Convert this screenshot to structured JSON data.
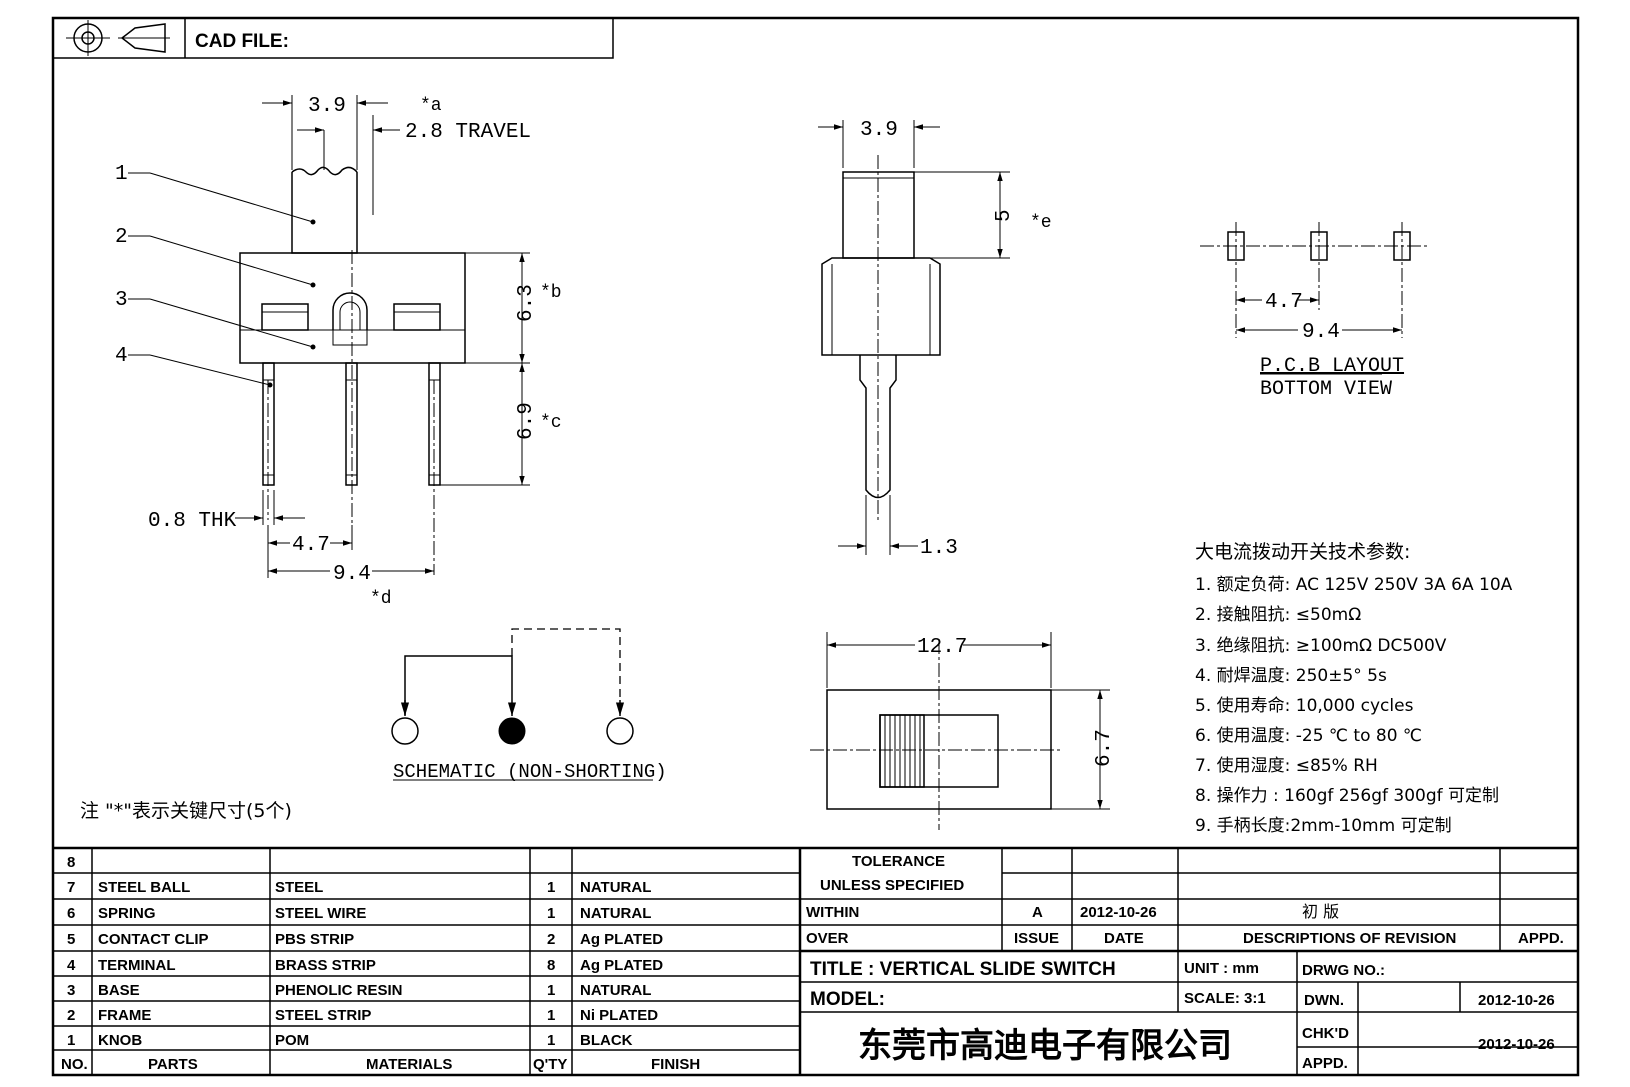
{
  "header": {
    "cad_file_label": "CAD FILE:"
  },
  "front_view": {
    "top_dim": "3.9",
    "travel_note": "*a",
    "travel": "2.8 TRAVEL",
    "dim_63": "6.3",
    "note_b": "*b",
    "dim_69": "6.9",
    "note_c": "*c",
    "thk": "0.8 THK",
    "dim_47": "4.7",
    "dim_94": "9.4",
    "note_d": "*d",
    "callouts": [
      "1",
      "2",
      "3",
      "4"
    ]
  },
  "side_view": {
    "top_dim": "3.9",
    "dim_5": "5",
    "note_e": "*e",
    "dim_13": "1.3"
  },
  "pcb_layout": {
    "dim_47": "4.7",
    "dim_94": "9.4",
    "title": "P.C.B LAYOUT",
    "subtitle": "BOTTOM VIEW"
  },
  "schematic": {
    "title": "SCHEMATIC (NON-SHORTING)"
  },
  "top_view": {
    "dim_127": "12.7",
    "dim_67": "6.7"
  },
  "note": "注 \"*\"表示关键尺寸(5个)",
  "specs": {
    "title": "大电流拨动开关技术参数:",
    "items": [
      "1.  额定负荷: AC 125V 250V    3A    6A    10A",
      "2.    接触阻抗:  ≤50mΩ",
      "3.  绝缘阻抗:  ≥100mΩ   DC500V",
      "4.    耐焊温度: 250±5°  5s",
      "5.  使用寿命: 10,000 cycles",
      "6.    使用温度: -25  ℃  to 80  ℃",
      "7.  使用湿度:  ≤85% RH",
      "8.    操作力 : 160gf    256gf    300gf  可定制",
      "9.  手柄长度:2mm-10mm   可定制"
    ]
  },
  "bom": {
    "rows": [
      {
        "no": "8",
        "part": "",
        "material": "",
        "qty": "",
        "finish": ""
      },
      {
        "no": "7",
        "part": "STEEL BALL",
        "material": "STEEL",
        "qty": "1",
        "finish": "NATURAL"
      },
      {
        "no": "6",
        "part": "SPRING",
        "material": "STEEL WIRE",
        "qty": "1",
        "finish": "NATURAL"
      },
      {
        "no": "5",
        "part": "CONTACT CLIP",
        "material": "PBS STRIP",
        "qty": "2",
        "finish": "Ag PLATED"
      },
      {
        "no": "4",
        "part": "TERMINAL",
        "material": "BRASS STRIP",
        "qty": "8",
        "finish": "Ag PLATED"
      },
      {
        "no": "3",
        "part": "BASE",
        "material": "PHENOLIC RESIN",
        "qty": "1",
        "finish": "NATURAL"
      },
      {
        "no": "2",
        "part": "FRAME",
        "material": "STEEL STRIP",
        "qty": "1",
        "finish": "Ni PLATED"
      },
      {
        "no": "1",
        "part": "KNOB",
        "material": "POM",
        "qty": "1",
        "finish": "BLACK"
      }
    ],
    "headers": {
      "no": "NO.",
      "parts": "PARTS",
      "materials": "MATERIALS",
      "qty": "Q'TY",
      "finish": "FINISH"
    }
  },
  "title_block": {
    "tolerance": "TOLERANCE",
    "unless": "UNLESS   SPECIFIED",
    "within": "WITHIN",
    "over": "OVER",
    "rev": "A",
    "rev_date": "2012-10-26",
    "rev_desc": "初  版",
    "issue": "ISSUE",
    "date": "DATE",
    "desc_header": "DESCRIPTIONS OF REVISION",
    "appd": "APPD.",
    "title": "TITLE :   VERTICAL SLIDE SWITCH",
    "unit": "UNIT :   mm",
    "drwg_no": "DRWG NO.:",
    "model": "MODEL:",
    "scale": "SCALE:   3:1",
    "dwn": "DWN.",
    "dwn_date": "2012-10-26",
    "chkd": "CHK'D",
    "chkd_date": "2012-10-26",
    "appd2": "APPD.",
    "company": "东莞市高迪电子有限公司"
  }
}
